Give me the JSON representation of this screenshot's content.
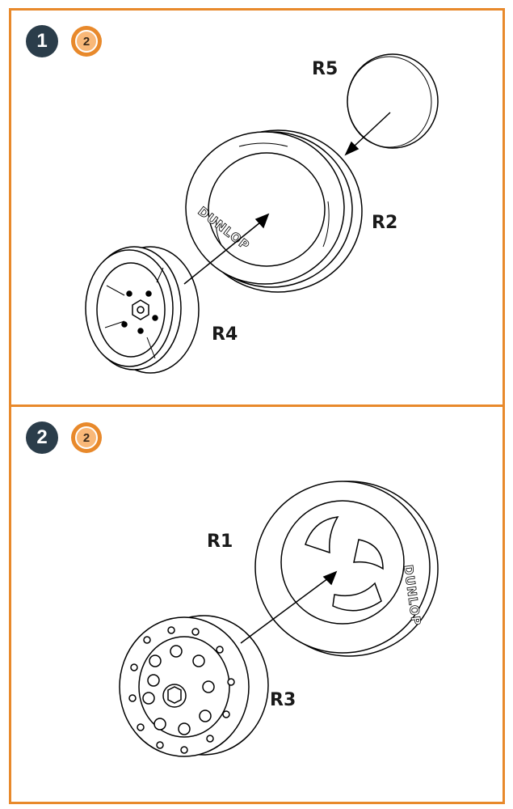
{
  "steps": [
    {
      "number": "1",
      "repeat_count": "2",
      "labels": {
        "r5": "R5",
        "r2": "R2",
        "r4": "R4"
      },
      "tire_brand": "DUNLOP"
    },
    {
      "number": "2",
      "repeat_count": "2",
      "labels": {
        "r1": "R1",
        "r3": "R3"
      },
      "tire_brand": "DUNLOP"
    }
  ],
  "colors": {
    "accent": "#e8892b",
    "step_badge": "#2b3d4a"
  },
  "icons": {
    "repeat": "repeat-arrow-icon"
  }
}
